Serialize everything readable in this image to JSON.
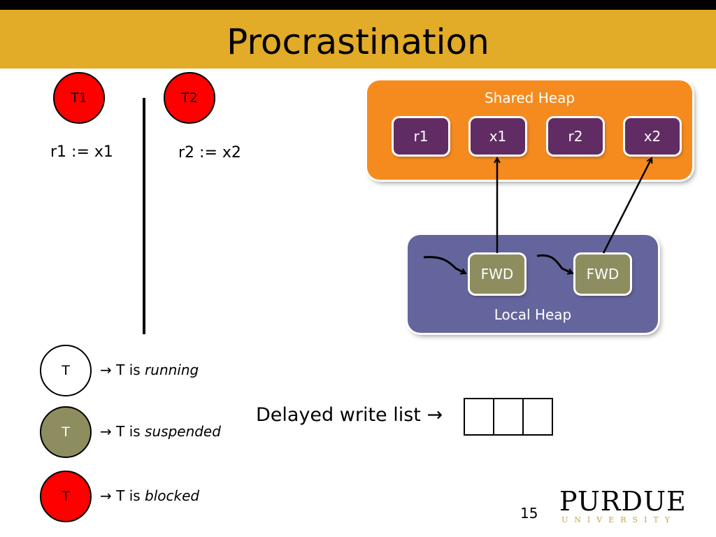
{
  "slide": {
    "title": "Procrastination",
    "page_number": "15"
  },
  "threads": [
    {
      "label": "T1",
      "code": "r1 := x1",
      "state": "blocked"
    },
    {
      "label": "T2",
      "code": "r2 := x2",
      "state": "blocked"
    }
  ],
  "shared_heap": {
    "label": "Shared Heap",
    "cells": [
      "r1",
      "x1",
      "r2",
      "x2"
    ]
  },
  "local_heap": {
    "label": "Local Heap",
    "cells": [
      "FWD",
      "FWD"
    ]
  },
  "legend": [
    {
      "circle": "T",
      "arrow": "→",
      "prefix": "T is",
      "state": "running",
      "color": "#ffffff"
    },
    {
      "circle": "T",
      "arrow": "→",
      "prefix": "T is",
      "state": "suspended",
      "color": "#8d8d60"
    },
    {
      "circle": "T",
      "arrow": "→",
      "prefix": "T is",
      "state": "blocked",
      "color": "#ff0000"
    }
  ],
  "delayed_write_list": {
    "label": "Delayed write list →",
    "slots": 3
  },
  "logo": {
    "name": "PURDUE",
    "sub": "UNIVERSITY"
  },
  "colors": {
    "title_bar": "#e2ab28",
    "shared_heap": "#f58b1f",
    "local_heap": "#65659d",
    "shared_cell": "#612c63",
    "fwd_cell": "#8d8d60",
    "blocked": "#ff0000"
  }
}
